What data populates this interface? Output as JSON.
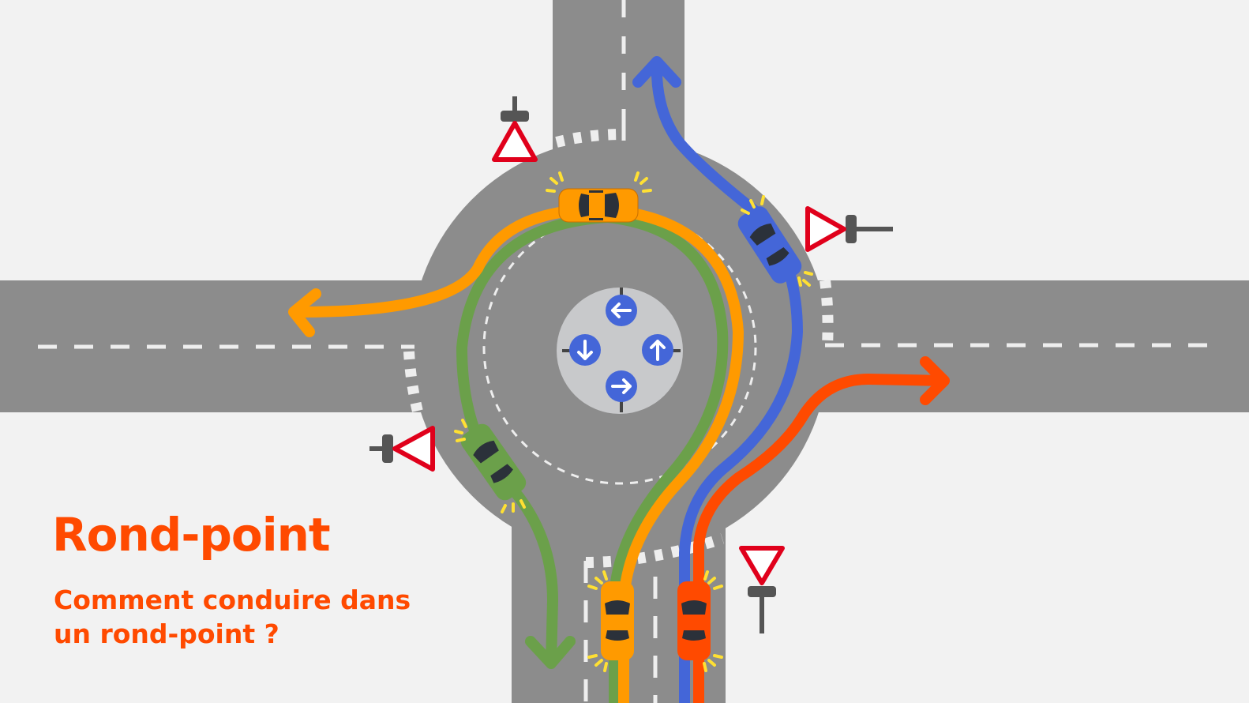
{
  "title": "Rond-point",
  "subtitle": "Comment conduire dans un rond-point ?",
  "colors": {
    "background": "#f2f2f2",
    "road": "#8c8c8c",
    "island": "#c8c9cb",
    "marking": "#eeeeee",
    "title": "#ff4a00",
    "path_green": "#6ba04a",
    "path_orange": "#ff9a00",
    "path_blue": "#4466d8",
    "path_red": "#ff4a00",
    "sign_red": "#e0001b",
    "sign_post": "#555555",
    "blinker": "#ffe033"
  },
  "central_island": {
    "signs": [
      {
        "icon": "arrow-left-icon",
        "glyph": "←"
      },
      {
        "icon": "arrow-down-icon",
        "glyph": "↓"
      },
      {
        "icon": "arrow-up-icon",
        "glyph": "↑"
      },
      {
        "icon": "arrow-right-icon",
        "glyph": "→"
      }
    ]
  },
  "cars": [
    {
      "name": "orange-car-roundabout",
      "color": "#ff9a00"
    },
    {
      "name": "blue-car",
      "color": "#4466d8"
    },
    {
      "name": "green-car",
      "color": "#6ba04a"
    },
    {
      "name": "orange-car-entry",
      "color": "#ff9a00"
    },
    {
      "name": "red-car-entry",
      "color": "#ff4a00"
    }
  ],
  "yield_signs": [
    "north",
    "east",
    "west",
    "south"
  ],
  "paths": [
    {
      "color": "green",
      "route": "south entry → full loop → south exit"
    },
    {
      "color": "orange",
      "route": "south entry → west exit"
    },
    {
      "color": "blue",
      "route": "south entry → north exit"
    },
    {
      "color": "red",
      "route": "south entry → east exit"
    }
  ]
}
